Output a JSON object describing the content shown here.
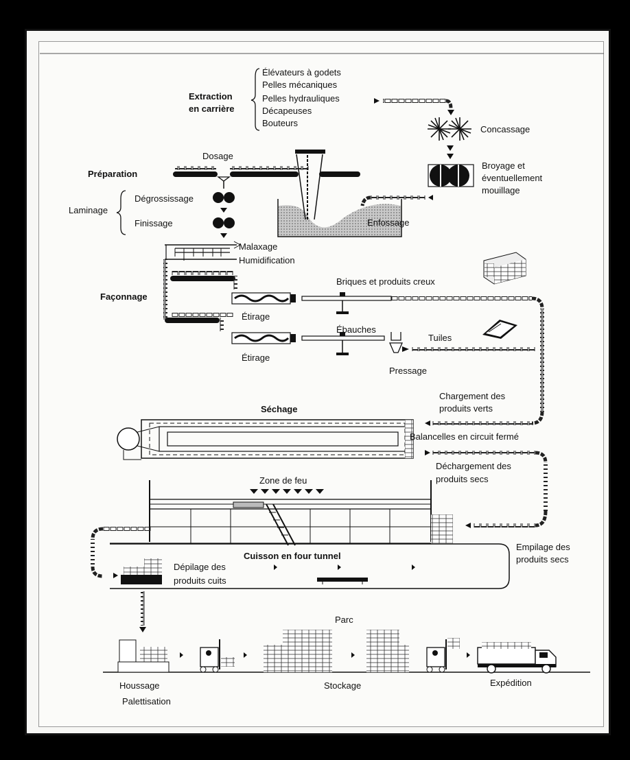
{
  "extraction": {
    "title_line1": "Extraction",
    "title_line2": "en carrière",
    "items": [
      "Élévateurs à godets",
      "Pelles mécaniques",
      "Pelles hydrauliques",
      "Décapeuses",
      "Bouteurs"
    ]
  },
  "concassage": "Concassage",
  "broyage": {
    "line1": "Broyage et",
    "line2": "éventuellement",
    "line3": "mouillage"
  },
  "dosage": "Dosage",
  "preparation": "Préparation",
  "laminage": {
    "title": "Laminage",
    "degrossissage": "Dégrossissage",
    "finissage": "Finissage"
  },
  "enfossage": "Enfossage",
  "malaxage": {
    "line1": "Malaxage",
    "line2": "Humidification"
  },
  "faconnage": "Façonnage",
  "briques": "Briques et produits creux",
  "etirage1": "Étirage",
  "ebauches": "Ébauches",
  "tuiles": "Tuiles",
  "etirage2": "Étirage",
  "pressage": "Pressage",
  "chargement": {
    "line1": "Chargement des",
    "line2": "produits verts"
  },
  "sechage": "Séchage",
  "balancelles": "Balancelles en circuit fermé",
  "dechargement": {
    "line1": "Déchargement des",
    "line2": "produits secs"
  },
  "zone_feu": "Zone de feu",
  "empilage": {
    "line1": "Empilage des",
    "line2": "produits secs"
  },
  "cuisson": "Cuisson en four tunnel",
  "depilage": {
    "line1": "Dépilage des",
    "line2": "produits cuits"
  },
  "parc": "Parc",
  "houssage": {
    "line1": "Houssage",
    "line2": "Palettisation"
  },
  "stockage": "Stockage",
  "expedition": "Expédition"
}
